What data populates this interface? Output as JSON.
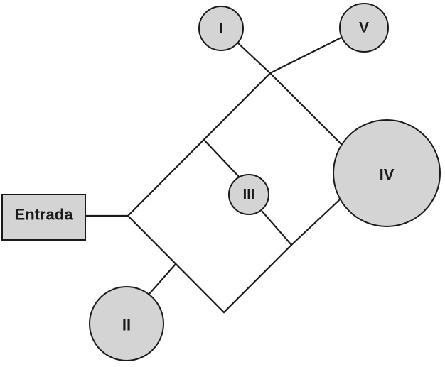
{
  "nodes": {
    "entrada": {
      "label": "Entrada"
    },
    "i": {
      "label": "I"
    },
    "ii": {
      "label": "II"
    },
    "iii": {
      "label": "III"
    },
    "iv": {
      "label": "IV"
    },
    "v": {
      "label": "V"
    }
  },
  "colors": {
    "node_fill": "#d4d4d4",
    "stroke": "#1a1a1a",
    "background": "#ffffff"
  }
}
